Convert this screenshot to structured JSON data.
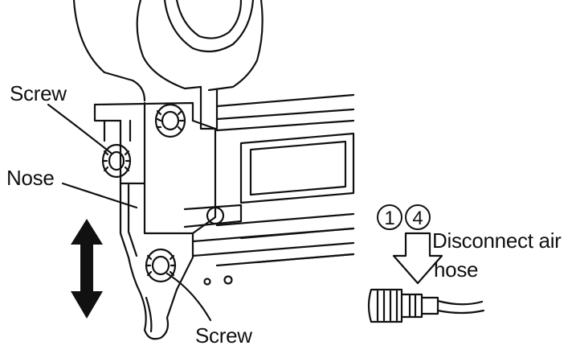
{
  "labels": {
    "screw_top": "Screw",
    "nose": "Nose",
    "screw_bottom": "Screw",
    "step_numbers": [
      "1",
      "4"
    ],
    "instruction_line1": "Disconnect air",
    "instruction_line2": "hose"
  },
  "colors": {
    "line": "#111111",
    "background": "#ffffff"
  },
  "icons": [
    "up-down-arrow-icon",
    "down-arrow-icon",
    "air-hose-coupler-icon"
  ]
}
